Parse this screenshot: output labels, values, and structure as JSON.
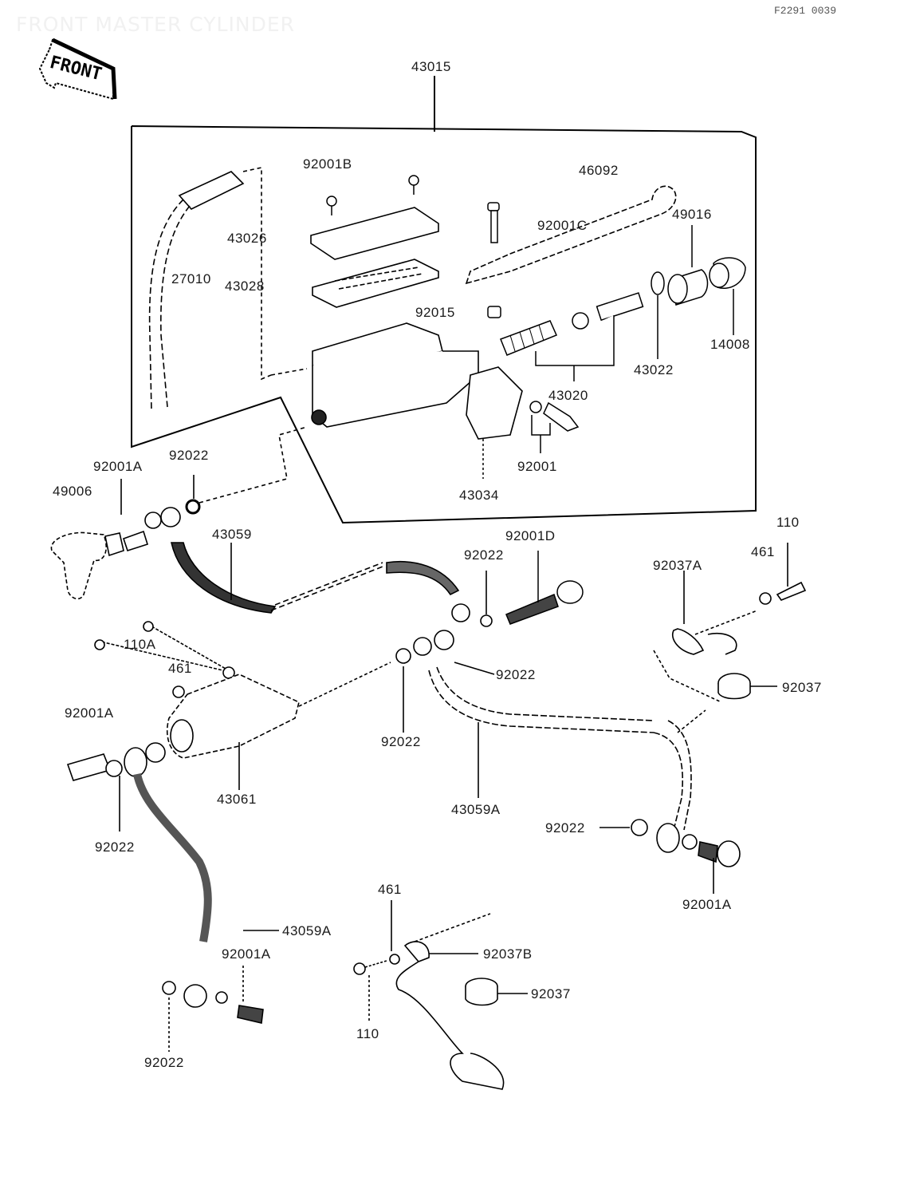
{
  "diagram": {
    "title": "FRONT MASTER CYLINDER",
    "reference_code": "F2291 0039",
    "orientation_badge": "FRONT",
    "assembly_label": "43015",
    "callouts": [
      {
        "id": "c-43015",
        "label": "43015"
      },
      {
        "id": "c-92001b",
        "label": "92001B"
      },
      {
        "id": "c-46092",
        "label": "46092"
      },
      {
        "id": "c-92001c",
        "label": "92001C"
      },
      {
        "id": "c-49016",
        "label": "49016"
      },
      {
        "id": "c-43026",
        "label": "43026"
      },
      {
        "id": "c-27010",
        "label": "27010"
      },
      {
        "id": "c-43028",
        "label": "43028"
      },
      {
        "id": "c-92015",
        "label": "92015"
      },
      {
        "id": "c-14008",
        "label": "14008"
      },
      {
        "id": "c-43022",
        "label": "43022"
      },
      {
        "id": "c-43020",
        "label": "43020"
      },
      {
        "id": "c-92001",
        "label": "92001"
      },
      {
        "id": "c-43034",
        "label": "43034"
      },
      {
        "id": "c-92001a-1",
        "label": "92001A"
      },
      {
        "id": "c-92022-1",
        "label": "92022"
      },
      {
        "id": "c-49006",
        "label": "49006"
      },
      {
        "id": "c-43059",
        "label": "43059"
      },
      {
        "id": "c-92001d",
        "label": "92001D"
      },
      {
        "id": "c-92022-2",
        "label": "92022"
      },
      {
        "id": "c-110-1",
        "label": "110"
      },
      {
        "id": "c-461-1",
        "label": "461"
      },
      {
        "id": "c-92037a",
        "label": "92037A"
      },
      {
        "id": "c-110a",
        "label": "110A"
      },
      {
        "id": "c-461-2",
        "label": "461"
      },
      {
        "id": "c-92022-3",
        "label": "92022"
      },
      {
        "id": "c-92037-1",
        "label": "92037"
      },
      {
        "id": "c-92001a-2",
        "label": "92001A"
      },
      {
        "id": "c-92022-4",
        "label": "92022"
      },
      {
        "id": "c-43061",
        "label": "43061"
      },
      {
        "id": "c-43059a-1",
        "label": "43059A"
      },
      {
        "id": "c-92022-5",
        "label": "92022"
      },
      {
        "id": "c-92022-6",
        "label": "92022"
      },
      {
        "id": "c-92001a-3",
        "label": "92001A"
      },
      {
        "id": "c-461-3",
        "label": "461"
      },
      {
        "id": "c-43059a-2",
        "label": "43059A"
      },
      {
        "id": "c-92001a-4",
        "label": "92001A"
      },
      {
        "id": "c-92037b",
        "label": "92037B"
      },
      {
        "id": "c-92037-2",
        "label": "92037"
      },
      {
        "id": "c-110-2",
        "label": "110"
      },
      {
        "id": "c-92022-7",
        "label": "92022"
      }
    ]
  }
}
